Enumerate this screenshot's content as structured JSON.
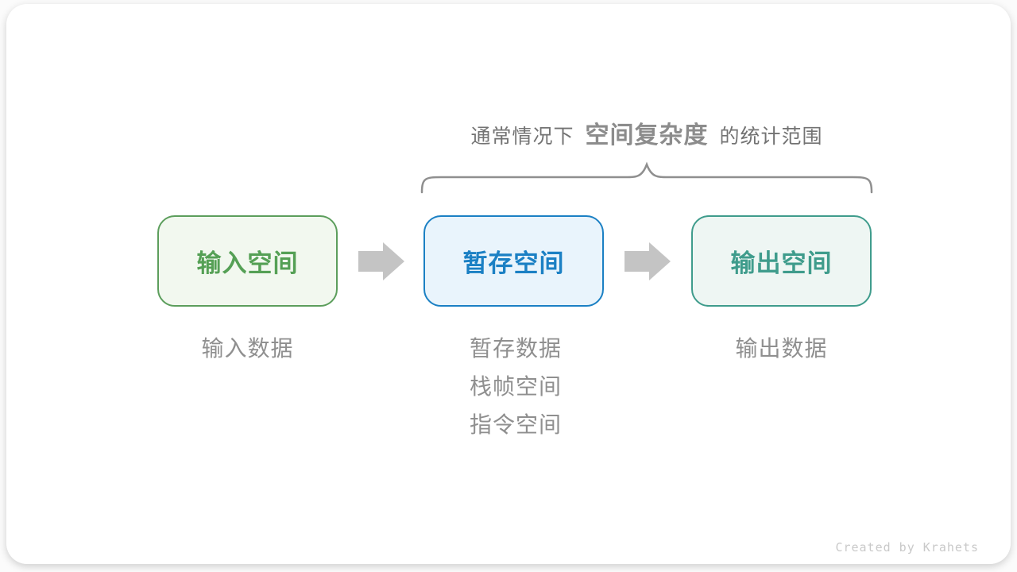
{
  "caption": {
    "prefix": "通常情况下",
    "highlight": "空间复杂度",
    "suffix": "的统计范围"
  },
  "boxes": [
    {
      "label": "输入空间",
      "scheme": "green"
    },
    {
      "label": "暂存空间",
      "scheme": "blue"
    },
    {
      "label": "输出空间",
      "scheme": "teal"
    }
  ],
  "annotations": {
    "input": [
      "输入数据"
    ],
    "temp": [
      "暂存数据",
      "栈帧空间",
      "指令空间"
    ],
    "output": [
      "输出数据"
    ]
  },
  "footer": {
    "credit": "Created by Krahets"
  },
  "colors": {
    "green-bg": "#f2f8ef",
    "green-line": "#5c9e5c",
    "green-text": "#55a055",
    "blue-bg": "#e9f4fc",
    "blue-line": "#1b80c4",
    "blue-text": "#1b80c4",
    "teal-bg": "#eef6f3",
    "teal-line": "#3f9c8c",
    "teal-text": "#3f9c8c",
    "arrow": "#c4c4c4",
    "brace": "#8f8f8f",
    "annot": "#8f8f8f",
    "caption-normal": "#737373",
    "caption-strong": "#8c8c8c",
    "credit": "#c9c9c9"
  }
}
